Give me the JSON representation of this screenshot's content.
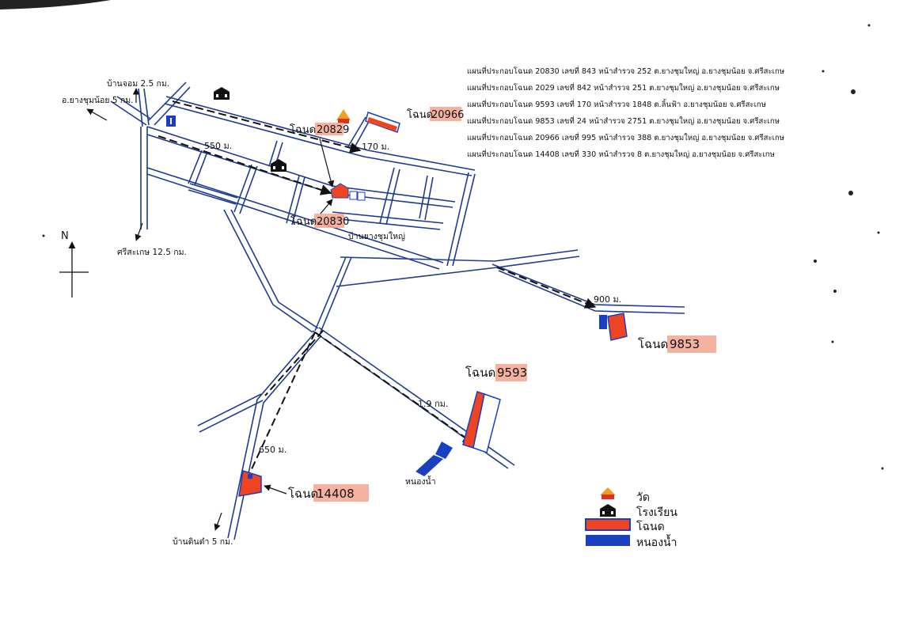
{
  "deed_info_lines": [
    "แผนที่ประกอบโฉนด 20830 เลขที่ 843 หน้าสำรวจ 252 ต.ยางชุมใหญ่ อ.ยางชุมน้อย จ.ศรีสะเกษ",
    "แผนที่ประกอบโฉนด 2029 เลขที่ 842 หน้าสำรวจ 251 ต.ยางชุมใหญ่ อ.ยางชุมน้อย จ.ศรีสะเกษ",
    "แผนที่ประกอบโฉนด 9593 เลขที่ 170 หน้าสำรวจ 1848 ต.ลิ้นฟ้า อ.ยางชุมน้อย จ.ศรีสะเกษ",
    "แผนที่ประกอบโฉนด 9853 เลขที่ 24 หน้าสำรวจ 2751 ต.ยางชุมใหญ่ อ.ยางชุมน้อย จ.ศรีสะเกษ",
    "แผนที่ประกอบโฉนด 20966 เลขที่ 995 หน้าสำรวจ 388 ต.ยางชุมใหญ่ อ.ยางชุมน้อย จ.ศรีสะเกษ",
    "แผนที่ประกอบโฉนด 14408 เลขที่ 330 หน้าสำรวจ 8 ต.ยางชุมใหญ่ อ.ยางชุมน้อย จ.ศรีสะเกษ"
  ],
  "direction_labels": {
    "ban_chom": "บ้านจอม 2.5 กม.",
    "yangchum_noi": "อ.ยางชุมน้อย 5 กม.",
    "sisaket": "ศรีสะเกษ 12.5 กม.",
    "ban_din_dam": "บ้านดินดำ 5 กม."
  },
  "north_label": "N",
  "village_label": "บ้านยางชุมใหญ่",
  "pond_label": "หนองน้ำ",
  "distances": {
    "d550": "550 ม.",
    "d170": "170 ม.",
    "d900": "900 ม.",
    "d19": "1.9 กม.",
    "d650": "650 ม."
  },
  "deeds": {
    "word": "โฉนด",
    "d20829": "20829",
    "d20830": "20830",
    "d20966": "20966",
    "d9853": "9853",
    "d9593": "9593",
    "d14408": "14408"
  },
  "legend": {
    "temple": "วัด",
    "school": "โรงเรียน",
    "deed": "โฉนด",
    "pond": "หนองน้ำ"
  },
  "colors": {
    "road": "#1e3c8c",
    "deed_fill": "#ee4422",
    "pond_fill": "#1a3fc0",
    "label_highlight": "#f4a490"
  }
}
